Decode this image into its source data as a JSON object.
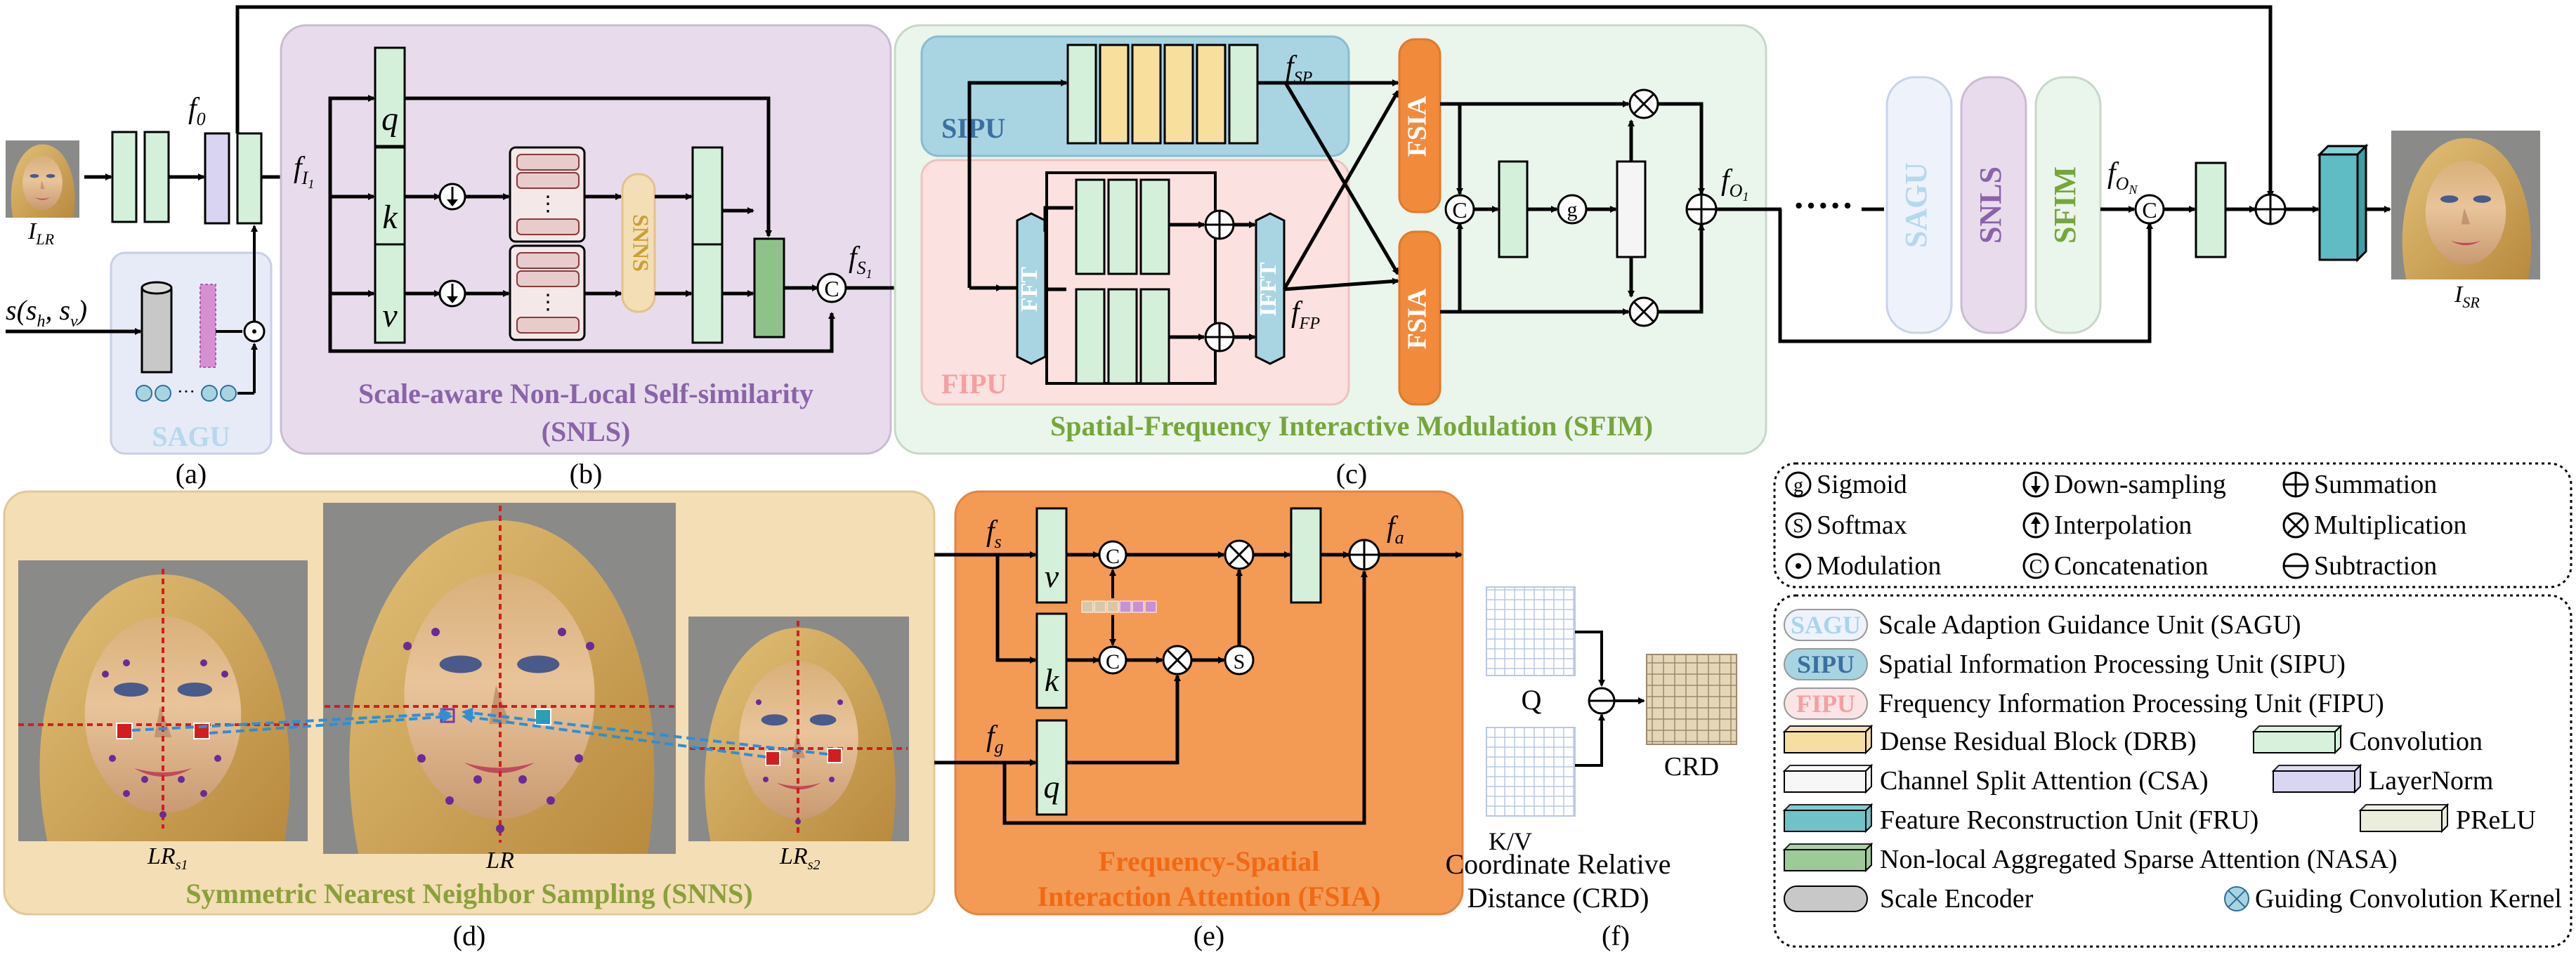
{
  "panels": {
    "a": {
      "caption": "(a)",
      "sagu_label": "SAGU"
    },
    "b": {
      "caption": "(b)",
      "title_line1": "Scale-aware Non-Local Self-similarity",
      "title_line2": "(SNLS)",
      "snns_label": "SNNS"
    },
    "c": {
      "caption": "(c)",
      "title": "Spatial-Frequency Interactive Modulation (SFIM)",
      "sipu_label": "SIPU",
      "fipu_label": "FIPU",
      "fft_label": "FFT",
      "ifft_label": "IFFT",
      "fsia_label": "FSIA",
      "sagu_label": "SAGU",
      "snls_label": "SNLS",
      "sfim_label": "SFIM"
    },
    "d": {
      "caption": "(d)",
      "title": "Symmetric Nearest Neighbor Sampling (SNNS)",
      "label_lr": "LR"
    },
    "e": {
      "caption": "(e)",
      "title_line1": "Frequency-Spatial",
      "title_line2": "Interaction Attention (FSIA)"
    },
    "f": {
      "caption": "(f)",
      "q_label": "Q",
      "kv_label": "K/V",
      "crd_label": "CRD",
      "title_line1": "Coordinate Relative",
      "title_line2": "Distance (CRD)"
    }
  },
  "symbols": {
    "f0": "f",
    "f0_sub": "0",
    "fI1": "f",
    "fI1_sub": "I",
    "fS1": "f",
    "fS1_sub": "S",
    "fSP": "f",
    "fSP_sub": "SP",
    "fFP": "f",
    "fFP_sub": "FP",
    "fO1": "f",
    "fO1_sub": "O",
    "fON": "f",
    "fON_sub": "O",
    "fs": "f",
    "fs_sub": "s",
    "fg": "f",
    "fg_sub": "g",
    "fa": "f",
    "fa_sub": "a",
    "q": "q",
    "k": "k",
    "v": "v",
    "ILR": "I",
    "ILR_sub": "LR",
    "ISR": "I",
    "ISR_sub": "SR",
    "scale": "s(s",
    "scale_h": "h",
    "scale_mid": ", s",
    "scale_v": "v",
    "scale_end": ")"
  },
  "legend": {
    "ops": [
      {
        "glyph": "g",
        "label": "Sigmoid"
      },
      {
        "glyph": "down",
        "label": "Down-sampling"
      },
      {
        "glyph": "plus",
        "label": "Summation"
      },
      {
        "glyph": "S",
        "label": "Softmax"
      },
      {
        "glyph": "up",
        "label": "Interpolation"
      },
      {
        "glyph": "times",
        "label": "Multiplication"
      },
      {
        "glyph": "dot",
        "label": "Modulation"
      },
      {
        "glyph": "C",
        "label": "Concatenation"
      },
      {
        "glyph": "minus",
        "label": "Subtraction"
      }
    ],
    "units": [
      {
        "abbr": "SAGU",
        "label": "Scale Adaption Guidance Unit (SAGU)",
        "color": "#eef2fa",
        "text_color": "#a9d4ea"
      },
      {
        "abbr": "SIPU",
        "label": "Spatial Information Processing Unit (SIPU)",
        "color": "#a8d4e2",
        "text_color": "#3a6fa0"
      },
      {
        "abbr": "FIPU",
        "label": "Frequency Information Processing Unit (FIPU)",
        "color": "#fbe4e4",
        "text_color": "#f4a0a0"
      }
    ],
    "blocks": [
      {
        "label": "Dense Residual Block (DRB)",
        "color": "#f6dea0",
        "label2": "Convolution",
        "color2": "#d6f2dc"
      },
      {
        "label": "Channel Split Attention (CSA)",
        "color": "#f7f7f7",
        "label2": "LayerNorm",
        "color2": "#d8d6f0"
      },
      {
        "label": "Feature Reconstruction Unit (FRU)",
        "color": "#6ec3c8",
        "label2": "PReLU",
        "color2": "#eceedd"
      },
      {
        "label": "Non-local Aggregated Sparse Attention (NASA)",
        "color": "#9ccb98"
      },
      {
        "label": "Scale Encoder",
        "color": "#c8c8c8",
        "label2": "Guiding Convolution Kernel",
        "color2": "#a8d4e2"
      }
    ]
  },
  "colors": {
    "snls_bg": "#e8dcec",
    "sfim_bg": "#eaf5ec",
    "sagu_bg": "#e6ebf7",
    "sipu_bg": "#a9d5e3",
    "fipu_bg": "#fbe1df",
    "fsia_orange": "#f28a3c",
    "snns_bg": "#f4deb5",
    "fsia_bg": "#f39a55",
    "conv_green": "#d4f0da",
    "drb_yellow": "#f8df9e",
    "nasa_green": "#8fc28a",
    "fru_teal": "#5fbcc4",
    "ln_purple": "#d8d4f2",
    "snls_title": "#8a63a8",
    "sfim_title": "#76a63a",
    "snns_title": "#8aa03c",
    "fsia_title": "#f06a14",
    "red_dot": "#d21e1e",
    "purple_dot": "#6a2a9a"
  }
}
